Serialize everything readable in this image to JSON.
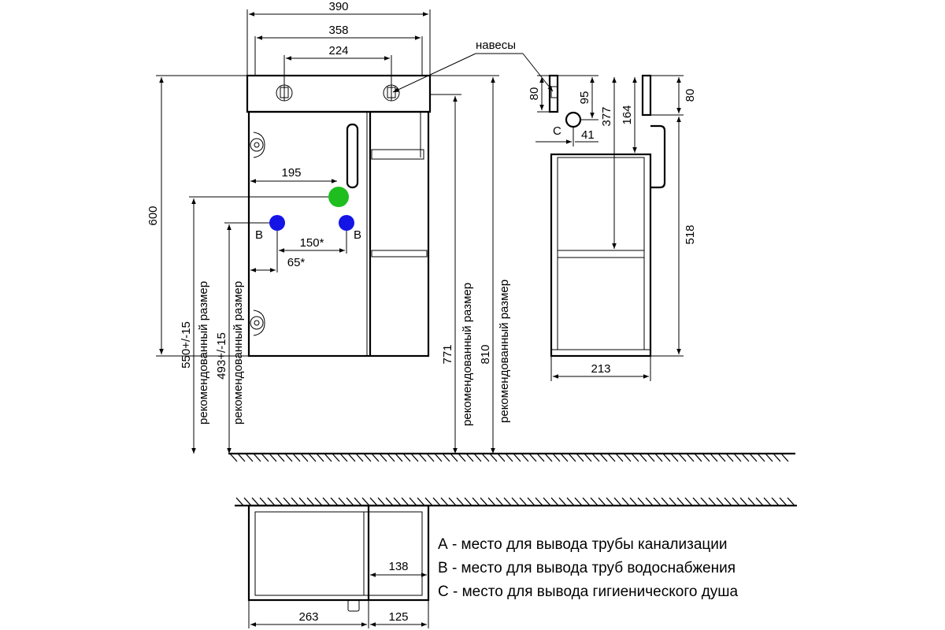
{
  "front_view": {
    "dims": {
      "total_width": "390",
      "body_width": "358",
      "hanger_spacing": "224",
      "outlet_a_offset": "195",
      "outlet_b_spacing": "150*",
      "outlet_b_offset": "65*",
      "total_height": "600"
    },
    "labels": {
      "b_left": "B",
      "b_right": "B"
    },
    "colors": {
      "outlet_a": "#1fbe1f",
      "outlet_b": "#1414e6"
    }
  },
  "recommended": {
    "dim_550": "550+/-15",
    "dim_493": "493+/-15",
    "dim_771": "771",
    "dim_810": "810",
    "caption": "рекомендованный размер"
  },
  "side_view": {
    "callout": "навесы",
    "dims": {
      "hanger_80_left": "80",
      "hanger_95": "95",
      "hanger_377": "377",
      "hanger_164": "164",
      "c_41": "41",
      "depth": "213",
      "top_80_right": "80",
      "lower_518": "518"
    },
    "labels": {
      "c": "C"
    }
  },
  "top_view": {
    "dims": {
      "d138": "138",
      "d263": "263",
      "d125": "125"
    }
  },
  "legend": {
    "a": "А - место для вывода трубы канализации",
    "b": "В - место для вывода труб водоснабжения",
    "c": "С - место для вывода гигиенического душа"
  }
}
